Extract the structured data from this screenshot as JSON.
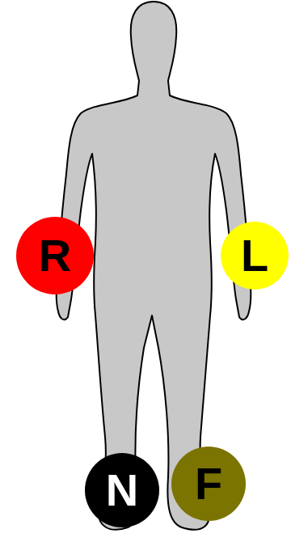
{
  "diagram": {
    "nodes": [
      {
        "text": [
          "R"
        ]
      },
      {
        "text": [
          "L"
        ]
      },
      {
        "text": [
          "N"
        ]
      },
      {
        "text": [
          "F"
        ]
      }
    ]
  }
}
